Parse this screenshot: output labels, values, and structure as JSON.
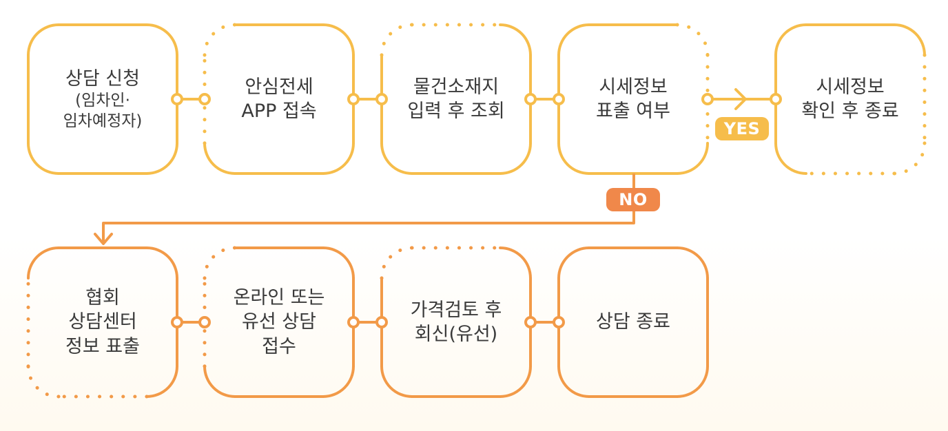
{
  "colors": {
    "row1": "#f6bd4b",
    "row2": "#f29a48",
    "yes_badge": "#f6bd4b",
    "no_badge": "#f0884a",
    "text": "#3a3a3a"
  },
  "row1": [
    {
      "id": "consult-request",
      "lines": [
        "상담 신청"
      ],
      "sub": [
        "(임차인·",
        "임차예정자)"
      ]
    },
    {
      "id": "app-access",
      "lines": [
        "안심전세",
        "APP 접속"
      ]
    },
    {
      "id": "property-lookup",
      "lines": [
        "물건소재지",
        "입력 후 조회"
      ]
    },
    {
      "id": "price-check",
      "lines": [
        "시세정보",
        "표출 여부"
      ]
    },
    {
      "id": "price-confirm",
      "lines": [
        "시세정보",
        "확인 후 종료"
      ]
    }
  ],
  "row2": [
    {
      "id": "association-info",
      "lines": [
        "협회",
        "상담센터",
        "정보 표출"
      ]
    },
    {
      "id": "online-phone-intake",
      "lines": [
        "온라인 또는",
        "유선 상담",
        "접수"
      ]
    },
    {
      "id": "price-review-reply",
      "lines": [
        "가격검토 후",
        "회신(유선)"
      ]
    },
    {
      "id": "consult-end",
      "lines": [
        "상담 종료"
      ]
    }
  ],
  "badges": {
    "yes": "YES",
    "no": "NO"
  }
}
